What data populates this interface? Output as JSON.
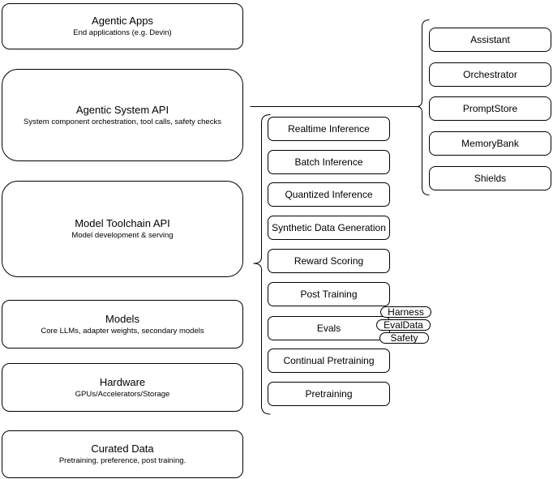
{
  "diagram": {
    "stack": [
      {
        "title": "Agentic Apps",
        "subtitle": "End applications (e.g. Devin)"
      },
      {
        "title": "Agentic System API",
        "subtitle": "System component orchestration, tool calls, safety checks"
      },
      {
        "title": "Model Toolchain API",
        "subtitle": "Model development & serving"
      },
      {
        "title": "Models",
        "subtitle": "Core LLMs, adapter weights, secondary models"
      },
      {
        "title": "Hardware",
        "subtitle": "GPUs/Accelerators/Storage"
      },
      {
        "title": "Curated Data",
        "subtitle": "Pretraining, preference, post training."
      }
    ],
    "toolchain_items": [
      "Realtime Inference",
      "Batch Inference",
      "Quantized Inference",
      "Synthetic Data Generation",
      "Reward Scoring",
      "Post Training",
      "Evals",
      "Continual Pretraining",
      "Pretraining"
    ],
    "eval_tags": [
      "Harness",
      "EvalData",
      "Safety"
    ],
    "system_components": [
      "Assistant",
      "Orchestrator",
      "PromptStore",
      "MemoryBank",
      "Shields"
    ],
    "colors": {
      "stroke": "#000000",
      "fill": "#ffffff",
      "text": "#000000"
    }
  }
}
